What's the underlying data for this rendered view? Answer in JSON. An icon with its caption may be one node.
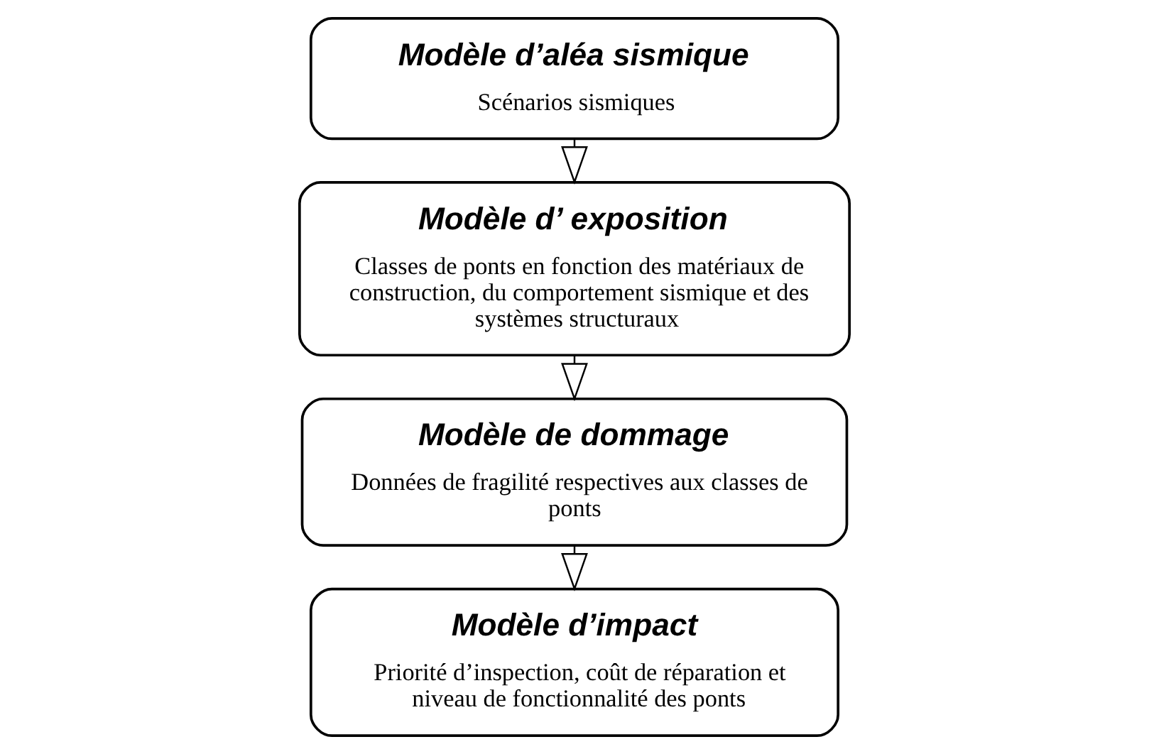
{
  "diagram": {
    "nodes": [
      {
        "text": [
          "Modèle d’aléa sismique",
          "Scénarios sismiques"
        ]
      },
      {
        "text": [
          "Modèle d’ exposition",
          "Classes de ponts en fonction des matériaux de construction, du comportement sismique et des systèmes structuraux"
        ]
      },
      {
        "text": [
          "Modèle de dommage",
          "Données de fragilité respectives aux classes de ponts"
        ]
      },
      {
        "text": [
          "Modèle d’impact",
          "Priorité d’inspection, coût de réparation et niveau de fonctionnalité des ponts"
        ]
      }
    ],
    "edges": [
      {
        "from": 0,
        "to": 1,
        "arrow": "to"
      },
      {
        "from": 1,
        "to": 2,
        "arrow": "to"
      },
      {
        "from": 2,
        "to": 3,
        "arrow": "to"
      }
    ]
  }
}
